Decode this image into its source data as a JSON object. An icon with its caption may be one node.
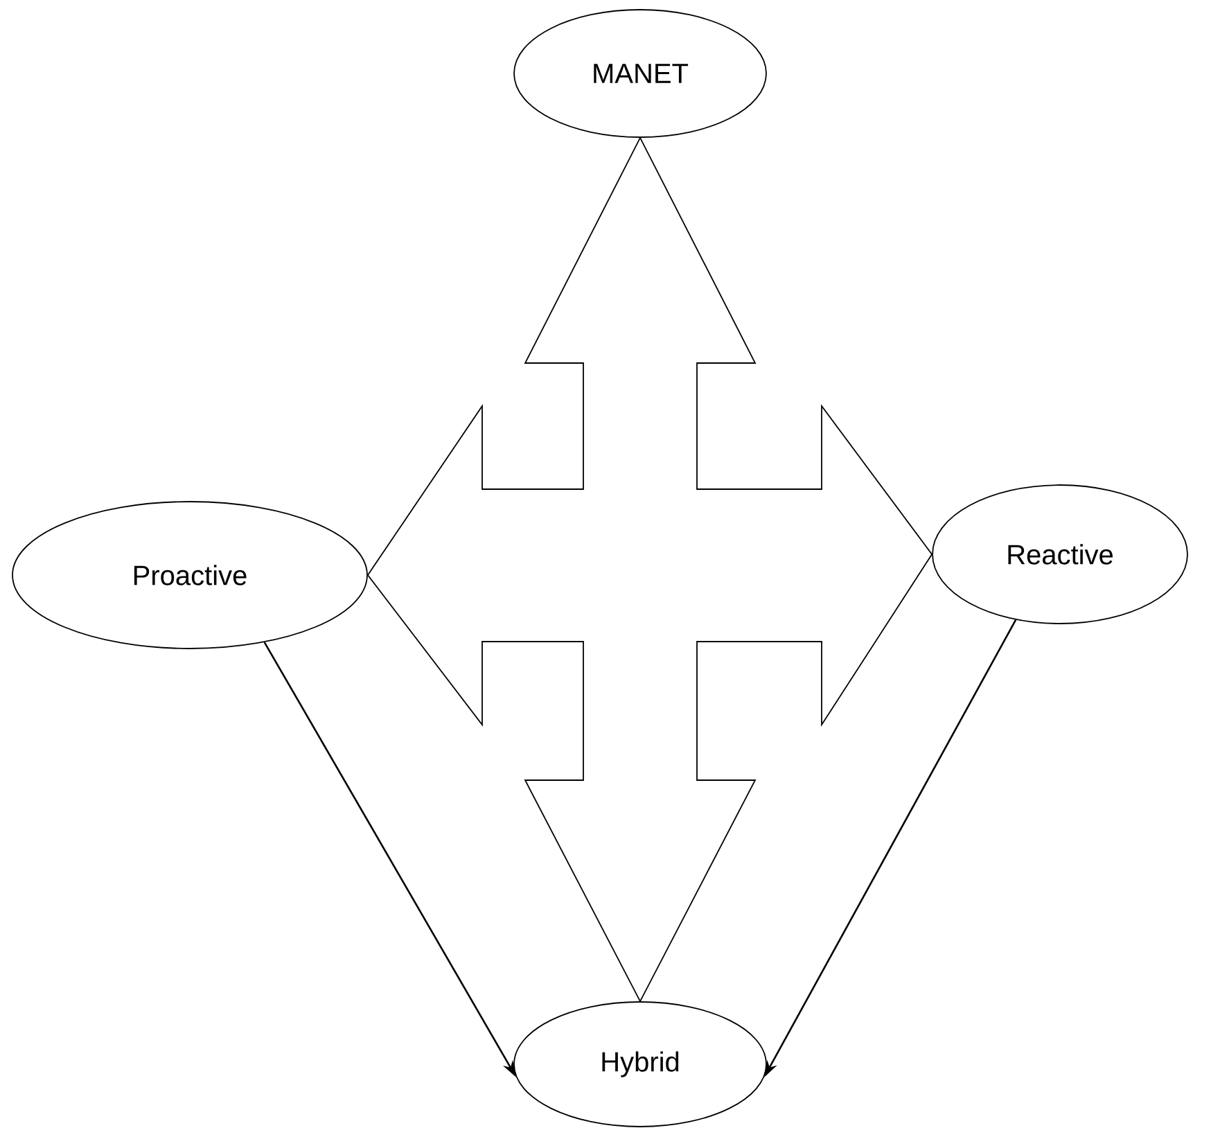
{
  "diagram": {
    "nodes": [
      {
        "text": [
          "MANET"
        ]
      },
      {
        "text": [
          "Proactive"
        ]
      },
      {
        "text": [
          "Reactive"
        ]
      },
      {
        "text": [
          "Hybrid"
        ]
      }
    ],
    "edges": [
      {
        "from": 0,
        "to": 3,
        "arrow": "both"
      },
      {
        "from": 1,
        "to": 2,
        "arrow": "both"
      },
      {
        "from": 1,
        "to": 3,
        "arrow": "to"
      },
      {
        "from": 2,
        "to": 3,
        "arrow": "to"
      }
    ]
  }
}
